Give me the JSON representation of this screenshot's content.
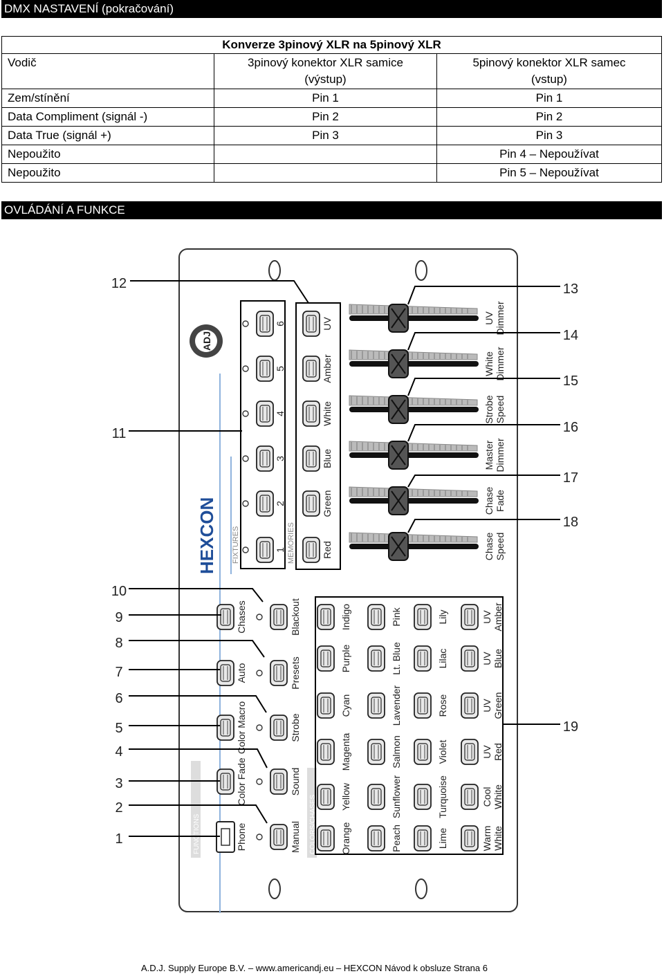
{
  "header": {
    "title": "DMX NASTAVENÍ (pokračování)"
  },
  "table": {
    "caption": "Konverze 3pinový XLR na 5pinový XLR",
    "col1": "Vodič",
    "col2_line1": "3pinový konektor XLR samice",
    "col2_line2": "(výstup)",
    "col3_line1": "5pinový konektor XLR samec",
    "col3_line2": "(vstup)",
    "rows": [
      {
        "wire": "Zem/stínění",
        "pin3": "Pin 1",
        "pin5": "Pin 1"
      },
      {
        "wire": "Data Compliment (signál -)",
        "pin3": "Pin 2",
        "pin5": "Pin 2"
      },
      {
        "wire": "Data True (signál +)",
        "pin3": "Pin 3",
        "pin5": "Pin 3"
      },
      {
        "wire": "Nepoužito",
        "pin3": "",
        "pin5": "Pin 4 – Nepoužívat"
      },
      {
        "wire": "Nepoužito",
        "pin3": "",
        "pin5": "Pin 5 – Nepoužívat"
      }
    ]
  },
  "section": {
    "title": "OVLÁDÁNÍ A FUNKCE"
  },
  "panel": {
    "brand": "ADJ",
    "model": "HEXCON",
    "fixtures_label": "FIXTURES",
    "memories_label": "MEMORIES",
    "functions_label": "FUNCTIONS",
    "colors_label": "COLORS/CHASES",
    "fixture_numbers": [
      "6",
      "5",
      "4",
      "3",
      "2",
      "1"
    ],
    "memory_colors": [
      "UV",
      "Amber",
      "White",
      "Blue",
      "Green",
      "Red"
    ],
    "faders": [
      {
        "line1": "UV",
        "line2": "Dimmer"
      },
      {
        "line1": "White",
        "line2": "Dimmer"
      },
      {
        "line1": "Strobe",
        "line2": "Speed"
      },
      {
        "line1": "Master",
        "line2": "Dimmer"
      },
      {
        "line1": "Chase",
        "line2": "Fade"
      },
      {
        "line1": "Chase",
        "line2": "Speed"
      }
    ],
    "functions_left": [
      "Chases",
      "Auto",
      "Color Macro",
      "Color Fade",
      "Phone"
    ],
    "functions_right": [
      "Blackout",
      "Presets",
      "Strobe",
      "Sound",
      "Manual"
    ],
    "color_grid": [
      [
        "Indigo",
        "Pink",
        "Lily",
        "UV Amber"
      ],
      [
        "Purple",
        "Lt. Blue",
        "Lilac",
        "UV Blue"
      ],
      [
        "Cyan",
        "Lavender",
        "Rose",
        "UV Green"
      ],
      [
        "Magenta",
        "Salmon",
        "Violet",
        "UV Red"
      ],
      [
        "Yellow",
        "Sunflower",
        "Turquoise",
        "Cool White"
      ],
      [
        "Orange",
        "Peach",
        "Lime",
        "Warm White"
      ]
    ],
    "callouts": [
      "1",
      "2",
      "3",
      "4",
      "5",
      "6",
      "7",
      "8",
      "9",
      "10",
      "11",
      "12",
      "13",
      "14",
      "15",
      "16",
      "17",
      "18",
      "19"
    ]
  },
  "footer": {
    "text": "A.D.J. Supply Europe B.V. – www.americandj.eu – HEXCON Návod k obsluze Strana 6"
  }
}
